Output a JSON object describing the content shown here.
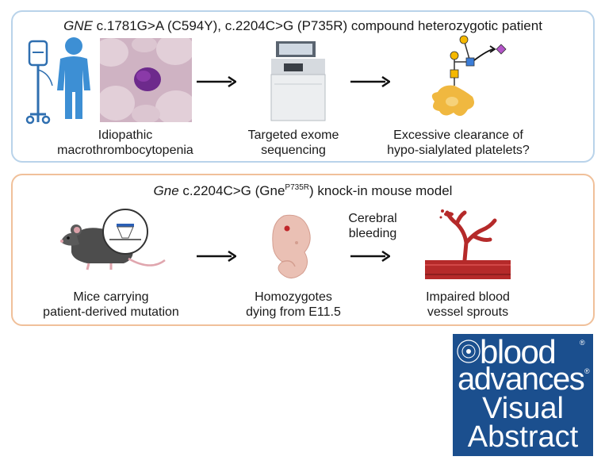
{
  "top_panel": {
    "title_gene": "GNE",
    "title_rest": " c.1781G>A (C594Y), c.2204C>G (P735R) compound heterozygotic patient",
    "captions": {
      "patient": [
        "Idiopathic",
        "macrothrombocytopenia"
      ],
      "sequencing": [
        "Targeted exome",
        "sequencing"
      ],
      "clearance": [
        "Excessive clearance of",
        "hypo-sialylated platelets?"
      ]
    }
  },
  "bottom_panel": {
    "title_gene": "Gne",
    "title_mid": " c.2204C>G (Gne",
    "title_sup": "P735R",
    "title_end": ") knock-in mouse model",
    "arrow_label": [
      "Cerebral",
      "bleeding"
    ],
    "captions": {
      "mice": [
        "Mice carrying",
        "patient-derived mutation"
      ],
      "homozygotes": [
        "Homozygotes",
        "dying from E11.5"
      ],
      "vessels": [
        "Impaired blood",
        "vessel sprouts"
      ]
    }
  },
  "logo": {
    "line1": "blood",
    "line2": "advances",
    "line3": "Visual",
    "line4": "Abstract",
    "registered_mark": "®"
  },
  "colors": {
    "top_border": "#b9d3ea",
    "bottom_border": "#f0c09a",
    "logo_bg": "#1b4f8e",
    "patient_blue": "#3d8fd4",
    "glycan_yellow": "#f5b800",
    "glycan_blue": "#3b7dd8",
    "glycan_purple": "#b455c9",
    "vessel_red": "#b52a2a"
  },
  "icons": [
    "iv-drip-icon",
    "patient-icon",
    "blood-smear-image",
    "sequencer-icon",
    "glycan-platelet-icon",
    "mouse-icon",
    "embryo-icon",
    "blood-vessel-icon"
  ]
}
